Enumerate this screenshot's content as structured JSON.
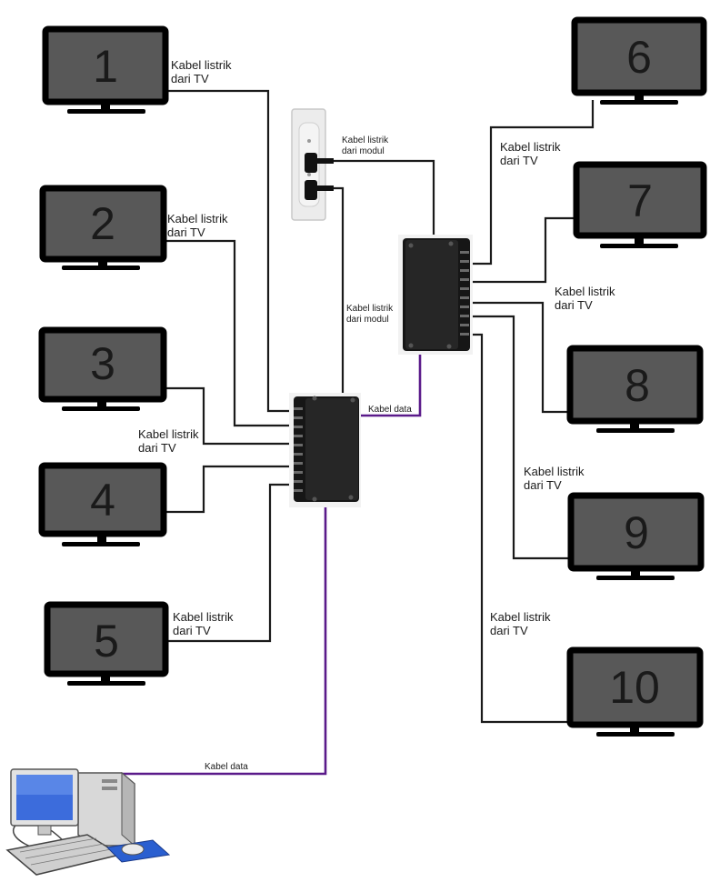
{
  "tvs": [
    {
      "number": "1"
    },
    {
      "number": "2"
    },
    {
      "number": "3"
    },
    {
      "number": "4"
    },
    {
      "number": "5"
    },
    {
      "number": "6"
    },
    {
      "number": "7"
    },
    {
      "number": "8"
    },
    {
      "number": "9"
    },
    {
      "number": "10"
    }
  ],
  "labels": {
    "power_from_tv_line1": "Kabel listrik",
    "power_from_tv_line2": "dari TV",
    "power_from_module_line1": "Kabel listrik",
    "power_from_module_line2": "dari modul",
    "data_cable": "Kabel data"
  },
  "colors": {
    "power_cable": "#1a1a1a",
    "data_cable": "#5a1a8a",
    "tv_screen": "#585858",
    "tv_bezel": "#000000"
  }
}
